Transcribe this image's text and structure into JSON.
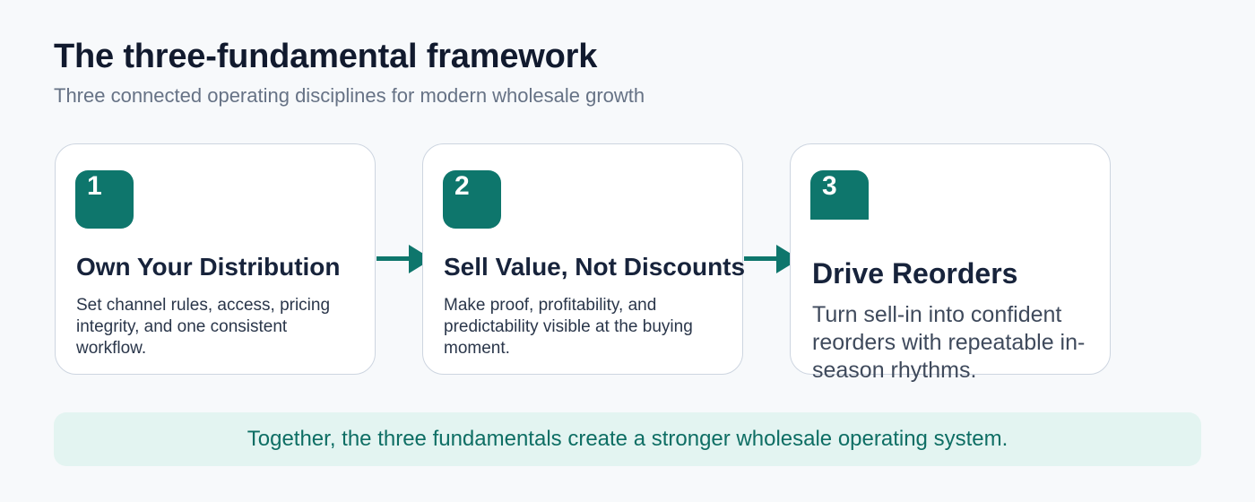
{
  "header": {
    "title": "The three-fundamental framework",
    "subtitle": "Three connected operating disciplines for modern wholesale growth"
  },
  "steps": [
    {
      "number": "1",
      "title": "Own Your Distribution",
      "body": "Set channel rules, access, pricing integrity, and one consistent workflow."
    },
    {
      "number": "2",
      "title": "Sell Value, Not Discounts",
      "body": "Make proof, profitability, and predictability visible at the buying moment."
    },
    {
      "number": "3",
      "title": "Drive Reorders",
      "body": "Turn sell-in into confident reorders with repeatable in-season rhythms."
    }
  ],
  "footer": {
    "text": "Together, the three fundamentals create a stronger wholesale operating system."
  },
  "colors": {
    "accent": "#0e766c",
    "footer_bg": "#e3f4f1",
    "card_border": "#cdd5e0"
  },
  "icons": {
    "connector": "arrow-right-icon"
  }
}
